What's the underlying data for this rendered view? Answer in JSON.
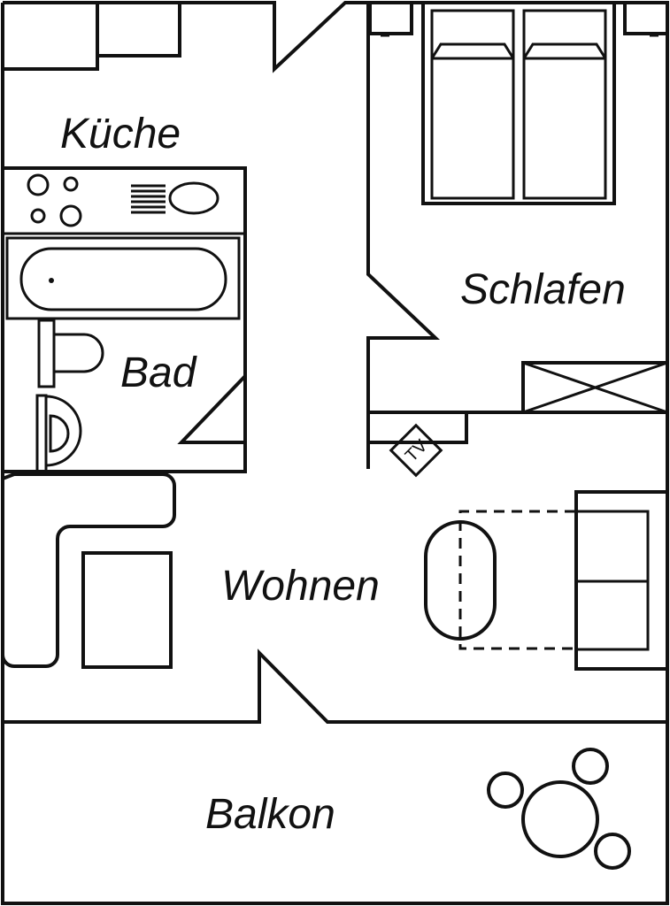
{
  "rooms": {
    "kitchen": "Küche",
    "bedroom": "Schlafen",
    "bathroom": "Bad",
    "living": "Wohnen",
    "balcony": "Balkon"
  },
  "fixtures": {
    "tv": "TV"
  }
}
